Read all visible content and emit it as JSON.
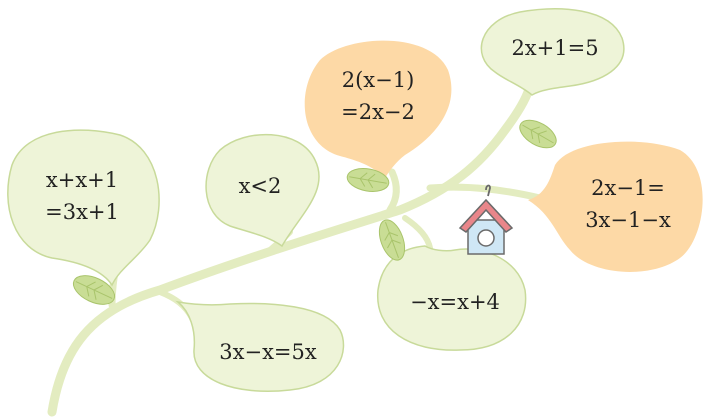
{
  "colors": {
    "branch": "#e3ecc0",
    "green_bubble_fill": "#eef4d8",
    "green_bubble_stroke": "#c8da9a",
    "orange_bubble_fill": "#fdd9a6",
    "leaf_fill": "#c9dd95",
    "leaf_vein": "#a9c46b",
    "birdhouse_roof": "#e9868a",
    "birdhouse_body": "#cfe7f5",
    "birdhouse_outline": "#6a6a6a"
  },
  "bubbles": [
    {
      "id": "b1",
      "style": "green",
      "lines": [
        "x+x+1",
        "=3x+1"
      ]
    },
    {
      "id": "b2",
      "style": "green",
      "lines": [
        "x<2"
      ]
    },
    {
      "id": "b3",
      "style": "orange",
      "lines": [
        "2(x−1)",
        "=2x−2"
      ]
    },
    {
      "id": "b4",
      "style": "green",
      "lines": [
        "2x+1=5"
      ]
    },
    {
      "id": "b5",
      "style": "orange",
      "lines": [
        "2x−1=",
        "3x−1−x"
      ]
    },
    {
      "id": "b6",
      "style": "green",
      "lines": [
        "−x=x+4"
      ]
    },
    {
      "id": "b7",
      "style": "green",
      "lines": [
        "3x−x=5x"
      ]
    }
  ],
  "icons": {
    "birdhouse": "birdhouse-icon",
    "leaf": "leaf-icon"
  }
}
